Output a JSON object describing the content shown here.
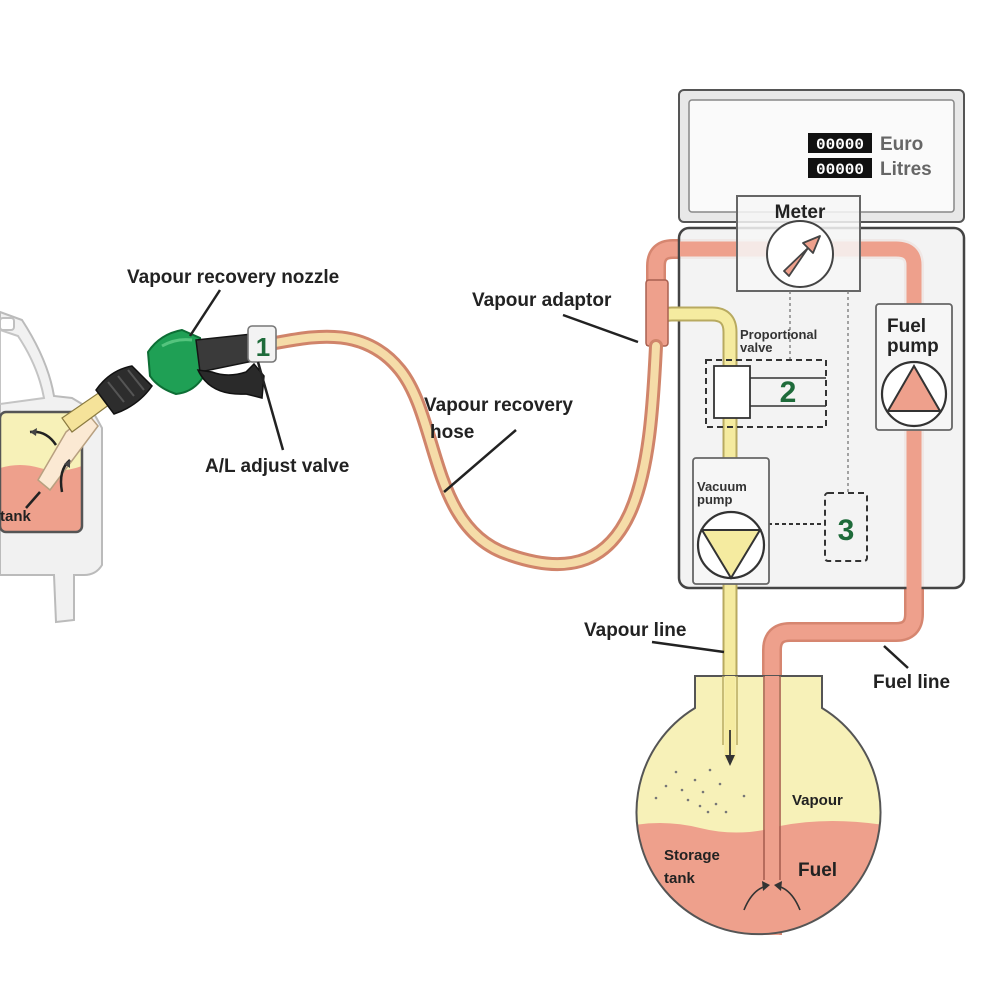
{
  "display": {
    "euro_digits": "00000",
    "euro_unit": "Euro",
    "litres_digits": "00000",
    "litres_unit": "Litres"
  },
  "labels": {
    "meter": "Meter",
    "fuel_pump_line1": "Fuel",
    "fuel_pump_line2": "pump",
    "proportional_valve_line1": "Proportional",
    "proportional_valve_line2": "valve",
    "vacuum_pump_line1": "Vacuum",
    "vacuum_pump_line2": "pump",
    "vapour_recovery_nozzle": "Vapour recovery nozzle",
    "vapour_adaptor": "Vapour adaptor",
    "vapour_recovery_hose_line1": "Vapour recovery",
    "vapour_recovery_hose_line2": "hose",
    "al_adjust_valve": "A/L adjust valve",
    "vapour_line": "Vapour line",
    "fuel_line": "Fuel line",
    "car_tank": "tank",
    "tank_vapour": "Vapour",
    "tank_fuel": "Fuel",
    "storage_tank_line1": "Storage",
    "storage_tank_line2": "tank"
  },
  "markers": {
    "m1": "1",
    "m2": "2",
    "m3": "3"
  },
  "colors": {
    "fuel": "#eea08c",
    "vapour": "#f7f1b8",
    "vapour_line": "#f5eba0",
    "nozzle_green": "#1fa055",
    "marker_green": "#1e6b3a",
    "dispenser_bg": "#f2f2f2",
    "outline": "#444444"
  }
}
